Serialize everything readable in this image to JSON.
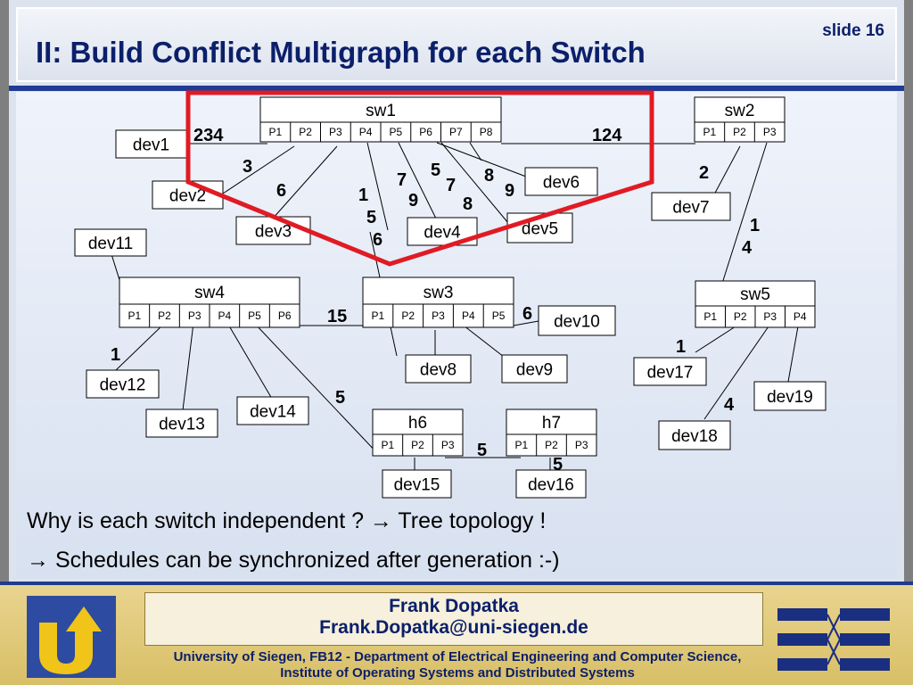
{
  "title": "II: Build Conflict Multigraph for each Switch",
  "slide_label": "slide 16",
  "switches": [
    {
      "name": "sw1",
      "ports": [
        "P1",
        "P2",
        "P3",
        "P4",
        "P5",
        "P6",
        "P7",
        "P8"
      ]
    },
    {
      "name": "sw2",
      "ports": [
        "P1",
        "P2",
        "P3"
      ]
    },
    {
      "name": "sw3",
      "ports": [
        "P1",
        "P2",
        "P3",
        "P4",
        "P5"
      ]
    },
    {
      "name": "sw4",
      "ports": [
        "P1",
        "P2",
        "P3",
        "P4",
        "P5",
        "P6"
      ]
    },
    {
      "name": "sw5",
      "ports": [
        "P1",
        "P2",
        "P3",
        "P4"
      ]
    },
    {
      "name": "h6",
      "ports": [
        "P1",
        "P2",
        "P3"
      ]
    },
    {
      "name": "h7",
      "ports": [
        "P1",
        "P2",
        "P3"
      ]
    }
  ],
  "devices": [
    "dev1",
    "dev2",
    "dev3",
    "dev4",
    "dev5",
    "dev6",
    "dev7",
    "dev8",
    "dev9",
    "dev11",
    "dev12",
    "dev13",
    "dev14",
    "dev15",
    "dev16",
    "dev17",
    "dev18",
    "dev19",
    "dev10"
  ],
  "annotations": [
    "234",
    "124",
    "3",
    "6",
    "7",
    "5",
    "8",
    "7",
    "9",
    "9",
    "8",
    "1",
    "5",
    "6",
    "2",
    "1",
    "4",
    "15",
    "6",
    "1",
    "1",
    "5",
    "4",
    "5",
    "5"
  ],
  "caption_1": "Why is each switch independent ? → Tree topology !",
  "caption_2": "→ Schedules can be synchronized after generation :-)",
  "footer": {
    "author_name": "Frank Dopatka",
    "author_email": "Frank.Dopatka@uni-siegen.de",
    "institute_1": "University of Siegen, FB12 - Department of Electrical Engineering and Computer Science,",
    "institute_2": "Institute of Operating Systems and Distributed Systems"
  },
  "colors": {
    "title": "#0b1f6a",
    "highlight": "#e01b24",
    "footer": "#d8bf67",
    "rule": "#1f3b96"
  }
}
